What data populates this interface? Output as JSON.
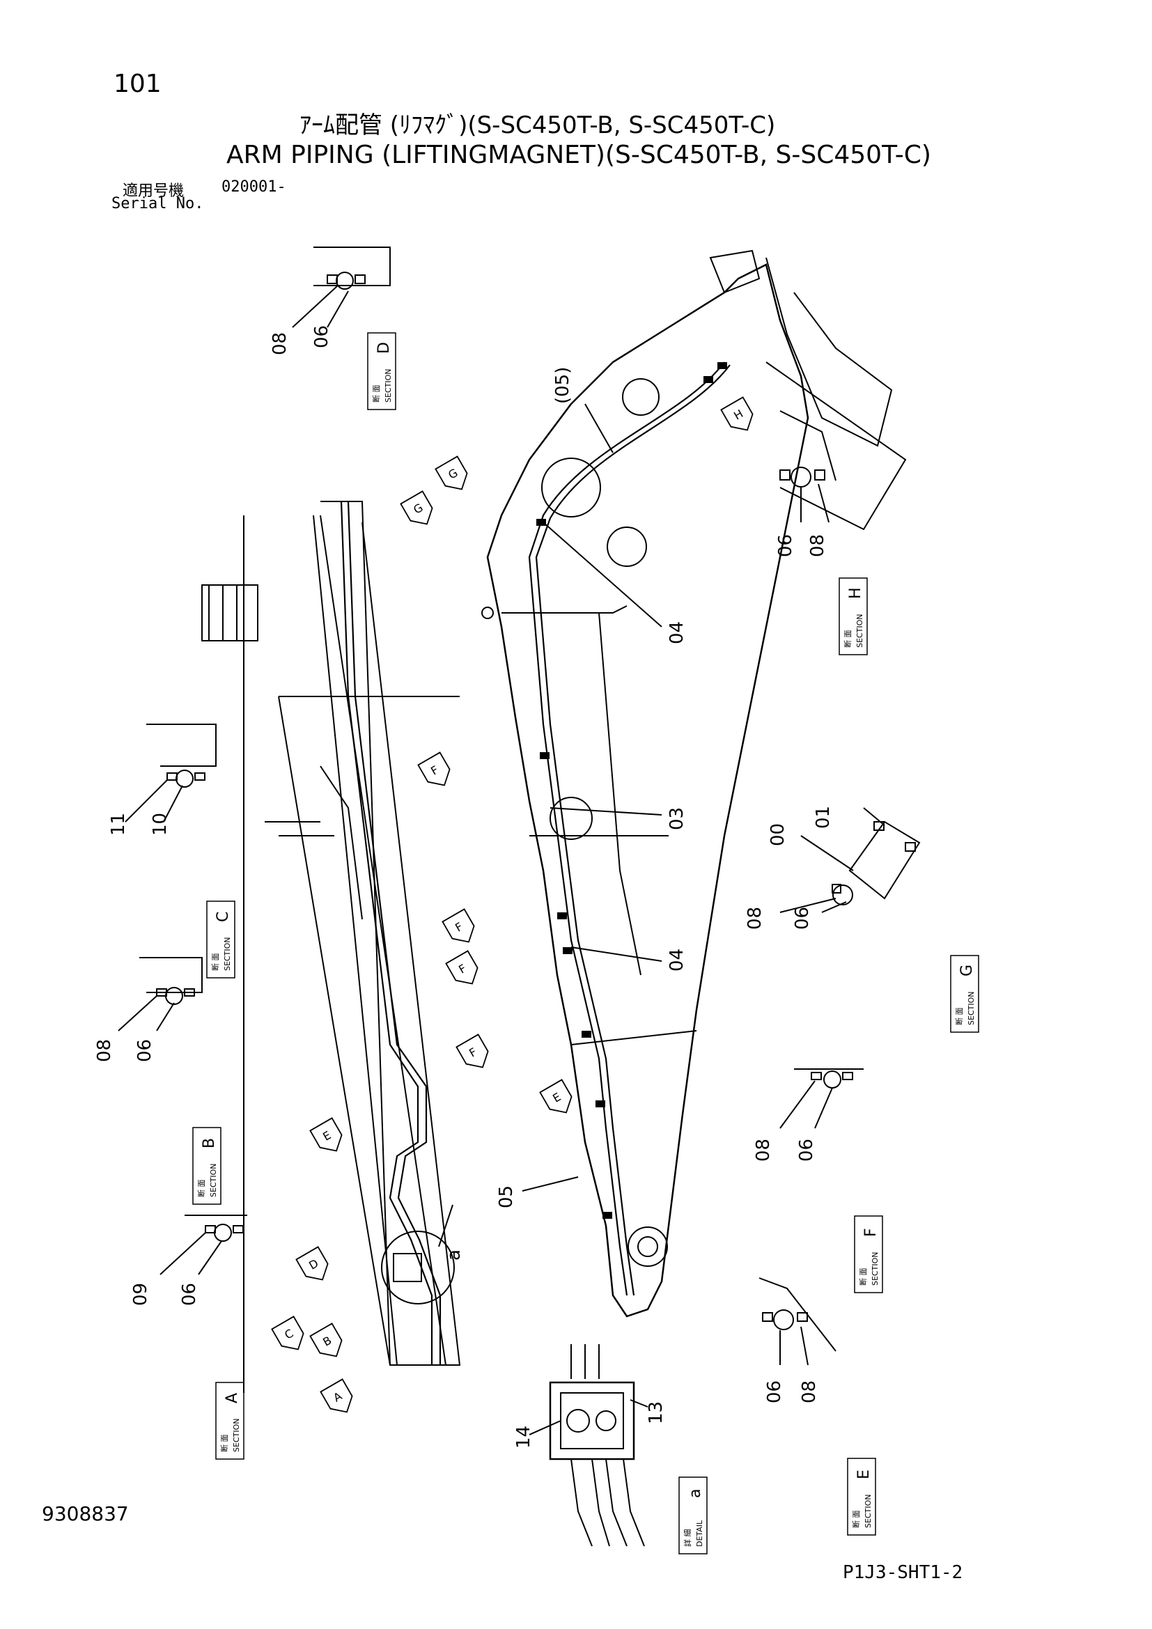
{
  "header": {
    "page_number": "101",
    "title_jp": "ｱｰﾑ配管 (ﾘﾌﾏｸﾞ)(S-SC450T-B, S-SC450T-C)",
    "title_en": "ARM PIPING (LIFTINGMAGNET)(S-SC450T-B, S-SC450T-C)",
    "serial_label_jp": "適用号機",
    "serial_value": "020001-",
    "serial_label_en": "Serial No."
  },
  "footer": {
    "doc_number": "9308837",
    "sheet_code": "P1J3-SHT1-2"
  },
  "sections": {
    "label_jp": "断 面",
    "label_en": "SECTION",
    "D": "D",
    "H": "H",
    "C": "C",
    "G": "G",
    "B": "B",
    "F": "F",
    "A": "A",
    "E": "E"
  },
  "detail": {
    "label_jp": "詳 細",
    "label_en": "DETAIL",
    "letter": "a"
  },
  "part_numbers": {
    "p00": "00",
    "p01": "01",
    "p03": "03",
    "p04": "04",
    "p05": "05",
    "p05_ref": "(05)",
    "p06": "06",
    "p08": "08",
    "p09": "09",
    "p10": "10",
    "p11": "11",
    "p13": "13",
    "p14": "14"
  },
  "view_markers": {
    "A": "A",
    "B": "B",
    "C": "C",
    "D": "D",
    "E": "E",
    "F": "F",
    "G": "G",
    "H": "H",
    "a": "a"
  }
}
